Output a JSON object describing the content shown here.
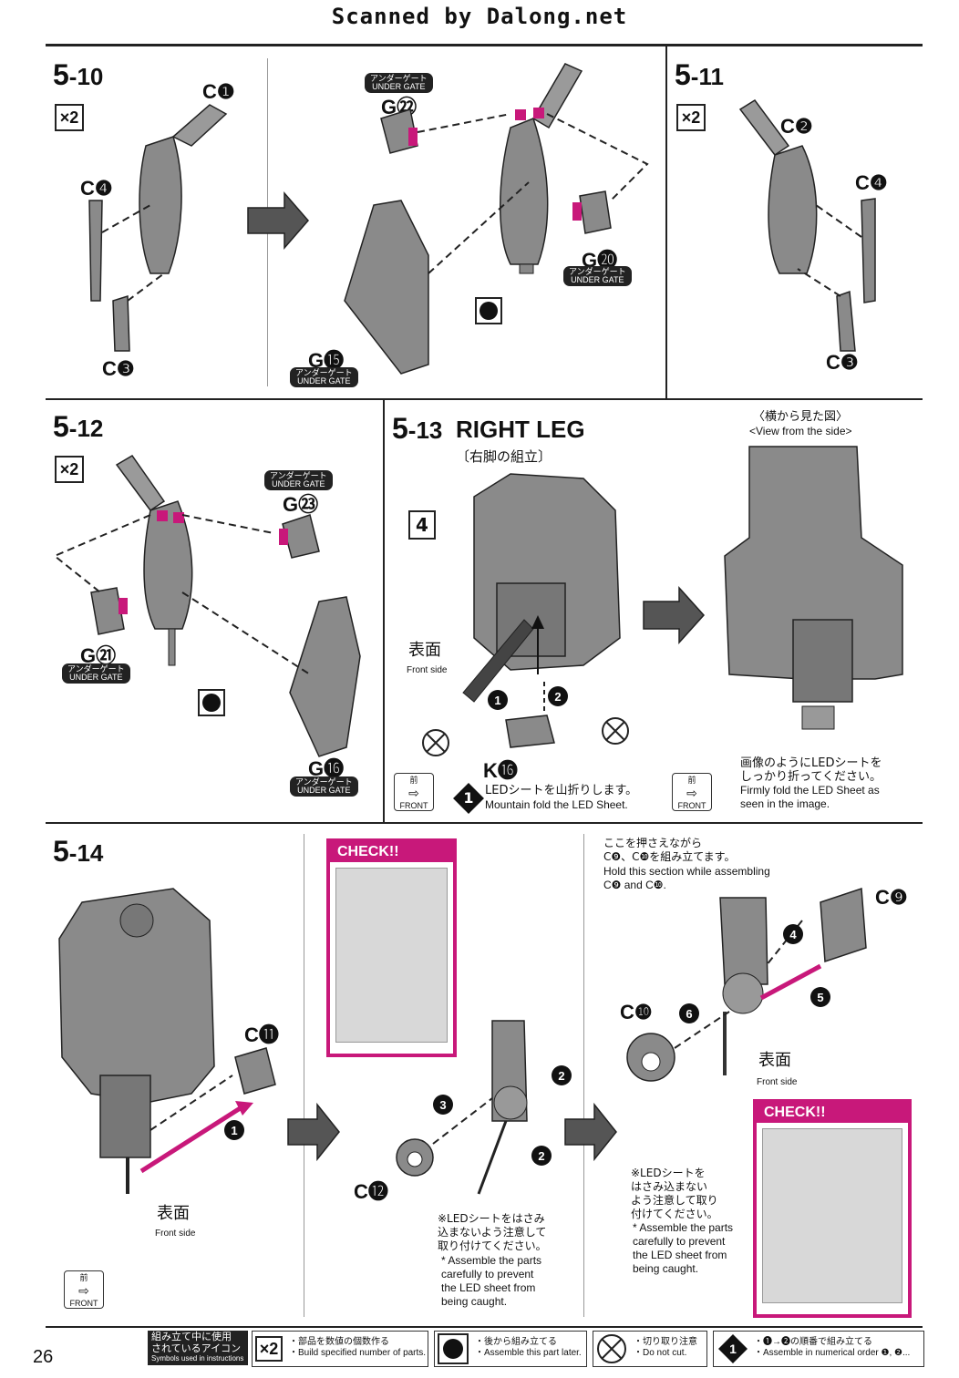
{
  "header": "Scanned by Dalong.net",
  "page_number": "26",
  "steps": {
    "s510": {
      "num": "5",
      "sub": "-10",
      "multiplier": "×2",
      "parts": [
        "C❶",
        "C❹",
        "C❸",
        "G㉒",
        "G⓯",
        "G⓴"
      ],
      "under_gate": "UNDER GATE",
      "under_gate_jp": "アンダーゲート"
    },
    "s511": {
      "num": "5",
      "sub": "-11",
      "multiplier": "×2",
      "parts": [
        "C❷",
        "C❹",
        "C❸"
      ]
    },
    "s512": {
      "num": "5",
      "sub": "-12",
      "multiplier": "×2",
      "parts": [
        "G㉓",
        "G㉑",
        "G⓰"
      ]
    },
    "s513": {
      "num": "5",
      "sub": "-13",
      "title": "RIGHT LEG",
      "title_jp": "〔右脚の組立〕",
      "view_jp": "〈横から見た図〉",
      "view_en": "<View from the side>",
      "ref": "4",
      "part": "K⓰",
      "front_side_jp": "表面",
      "front_side_en": "Front side",
      "fold_jp": "LEDシートを山折りします。",
      "fold_en": "Mountain fold the LED Sheet.",
      "firm_jp1": "画像のようにLEDシートを",
      "firm_jp2": "しっかり折ってください。",
      "firm_en1": "Firmly fold the LED Sheet as",
      "firm_en2": "seen in the image.",
      "front_jp": "前",
      "front_en": "FRONT"
    },
    "s514": {
      "num": "5",
      "sub": "-14",
      "check": "CHECK!!",
      "part_c11": "C⓫",
      "part_c12": "C⓬",
      "part_c9": "C❾",
      "part_c10": "C❿",
      "front_side_jp": "表面",
      "front_side_en": "Front side",
      "hold_jp1": "ここを押さえながら",
      "hold_jp2": "C❾、C❿を組み立てます。",
      "hold_en1": "Hold this section while assembling",
      "hold_en2": "C❾ and C❿.",
      "care_jp1": "※LEDシートをはさみ",
      "care_jp2": "込まないよう注意して",
      "care_jp3": "取り付けてください。",
      "care_en1": "* Assemble the parts",
      "care_en2": "carefully to prevent",
      "care_en3": "the LED sheet from",
      "care_en4": "being caught.",
      "care2_jp1": "※LEDシートを",
      "care2_jp2": "はさみ込まない",
      "care2_jp3": "よう注意して取り",
      "care2_jp4": "付けてください。",
      "care2_en1": "* Assemble the parts",
      "care2_en2": "carefully to prevent",
      "care2_en3": "the LED sheet from",
      "care2_en4": "being caught."
    }
  },
  "footer": {
    "legend_jp1": "組み立て中に使用",
    "legend_jp2": "されているアイコン",
    "legend_en": "Symbols used in instructions",
    "items": [
      {
        "jp": "・部品を数値の個数作る",
        "en": "・Build specified number of parts."
      },
      {
        "jp": "・後から組み立てる",
        "en": "・Assemble this part later."
      },
      {
        "jp": "・切り取り注意",
        "en": "・Do not cut."
      },
      {
        "jp": "・❶→❷の順番で組み立てる",
        "en": "・Assemble in numerical order ❶, ❷..."
      }
    ]
  },
  "colors": {
    "accent": "#c8187a",
    "ink": "#222222",
    "gray": "#8a8a8a"
  }
}
